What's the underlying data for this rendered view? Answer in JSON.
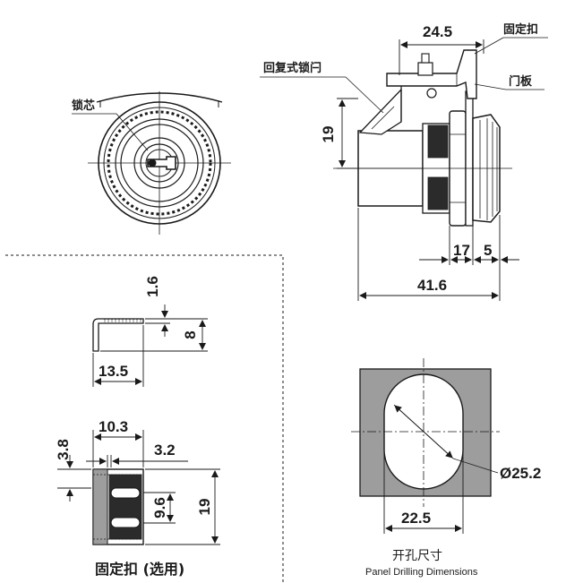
{
  "labels": {
    "lock_core": "锁芯",
    "return_latch": "回复式锁闩",
    "fixing_clip": "固定扣",
    "door_panel": "门板",
    "optional_clip_caption": "固定扣 (选用)",
    "cutout_title_cn": "开孔尺寸",
    "cutout_title_en": "Panel Drilling Dimensions"
  },
  "dimensions": {
    "side_top_width": "24.5",
    "side_height": "19",
    "side_thread": "17",
    "side_flange": "5",
    "side_total": "41.6",
    "clip_thickness": "1.6",
    "clip_height": "8",
    "clip_length": "13.5",
    "clip2_width": "10.3",
    "clip2_left": "3.8",
    "clip2_slot": "3.2",
    "clip2_pitch": "9.6",
    "clip2_height": "19",
    "hole_diameter": "Ø25.2",
    "hole_flat": "22.5"
  },
  "colors": {
    "line": "#1a1a1a",
    "panel_fill": "#9d9d9d",
    "thread_fill": "#2b2b2b"
  }
}
